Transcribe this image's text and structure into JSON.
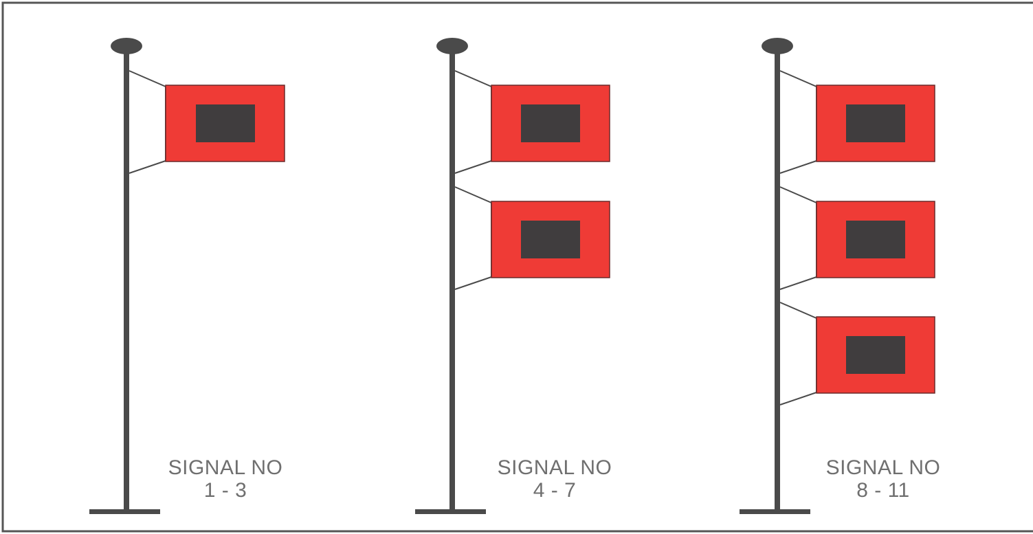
{
  "colors": {
    "pole": "#4a4a4a",
    "flag_red": "#ef3b36",
    "flag_center": "#403d3e",
    "halyard": "#4a4a4a",
    "label": "#6f6f6f",
    "frame": "#555555",
    "background": "#ffffff"
  },
  "signals": [
    {
      "title": "SIGNAL NO",
      "range": "1 - 3",
      "flag_count": 1
    },
    {
      "title": "SIGNAL NO",
      "range": "4 - 7",
      "flag_count": 2
    },
    {
      "title": "SIGNAL NO",
      "range": "8 - 11",
      "flag_count": 3
    }
  ]
}
